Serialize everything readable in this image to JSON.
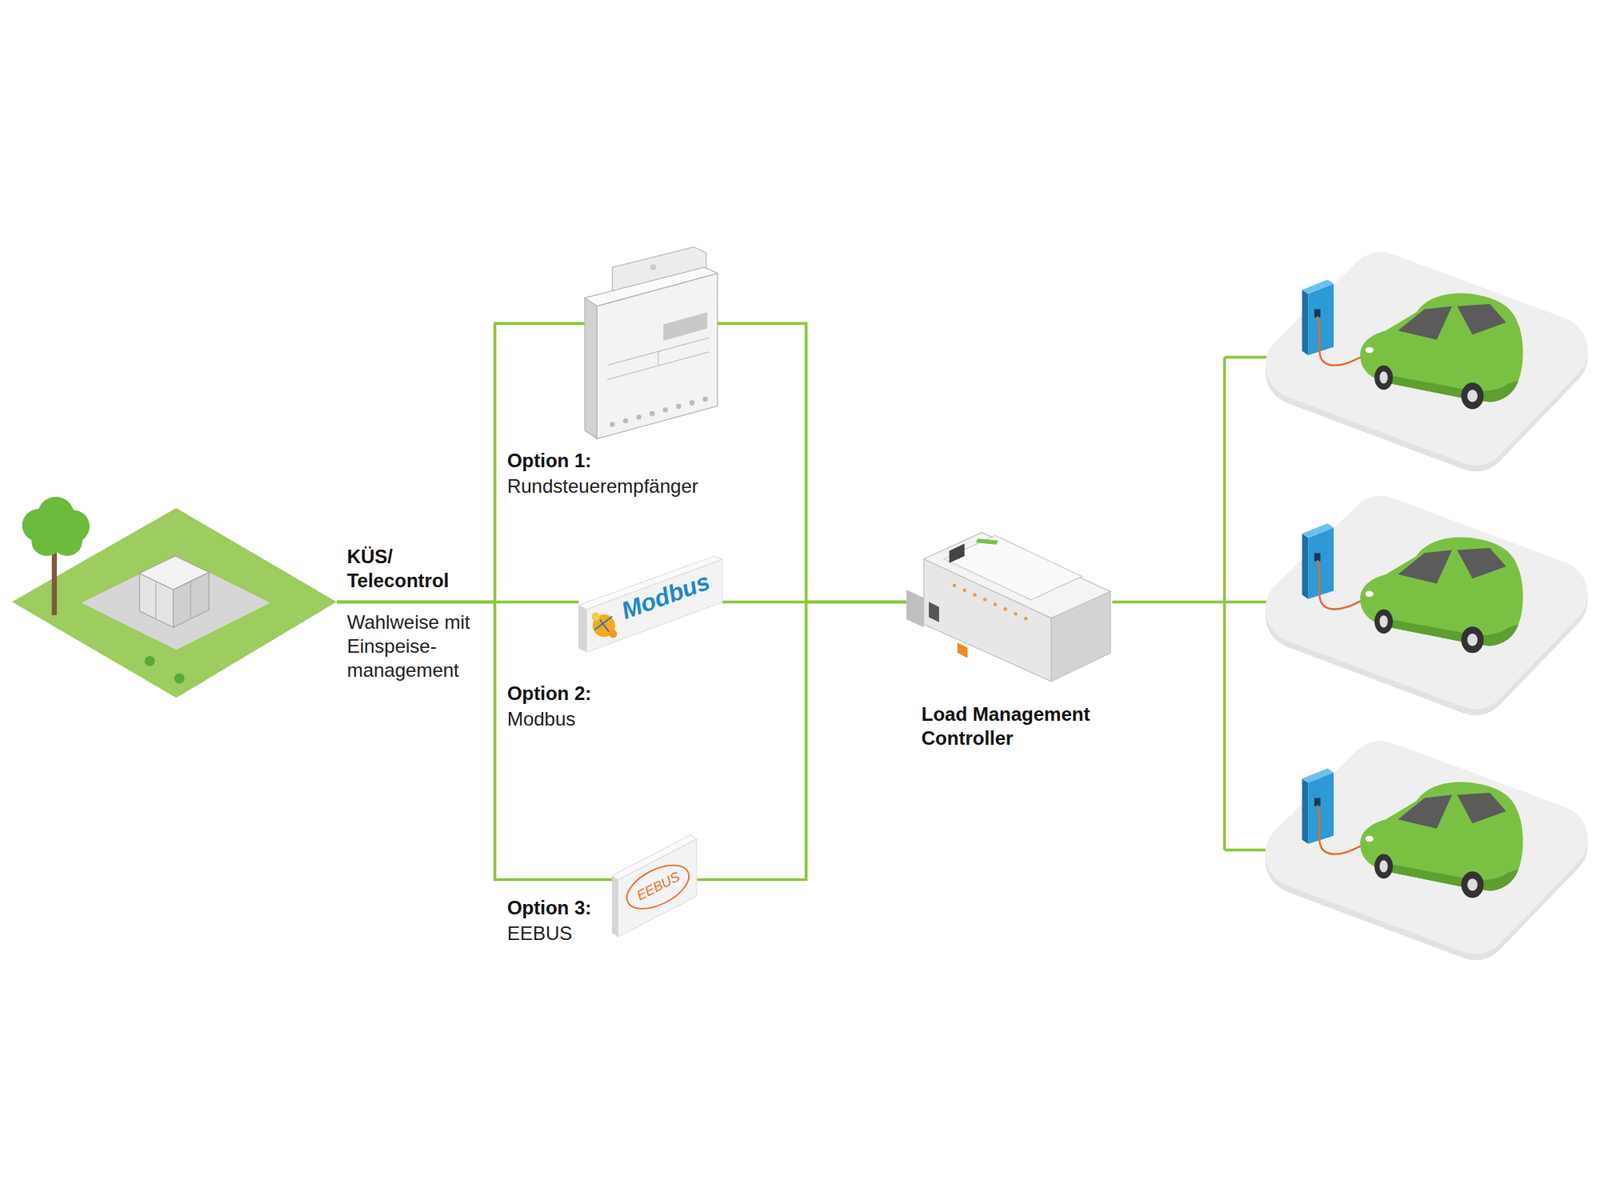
{
  "diagram": {
    "nodes": [
      {
        "text": [
          "KÜS/ Telecontrol",
          "Wahlweise mit Einspeise- management"
        ]
      },
      {
        "text": [
          "Option 1:",
          "Rundsteuerempfänger"
        ]
      },
      {
        "text": [
          "Modbus",
          "Option 2:",
          "Modbus"
        ]
      },
      {
        "text": [
          "EEBUS",
          "Option 3:",
          "EEBUS"
        ]
      },
      {
        "text": [
          "Load Management Controller"
        ]
      }
    ],
    "edges": [
      {
        "from": 0,
        "to": 1,
        "arrow": "none"
      },
      {
        "from": 0,
        "to": 2,
        "arrow": "none"
      },
      {
        "from": 0,
        "to": 3,
        "arrow": "none"
      },
      {
        "from": 1,
        "to": 4,
        "arrow": "none"
      },
      {
        "from": 2,
        "to": 4,
        "arrow": "none"
      },
      {
        "from": 3,
        "to": 4,
        "arrow": "none"
      }
    ]
  }
}
